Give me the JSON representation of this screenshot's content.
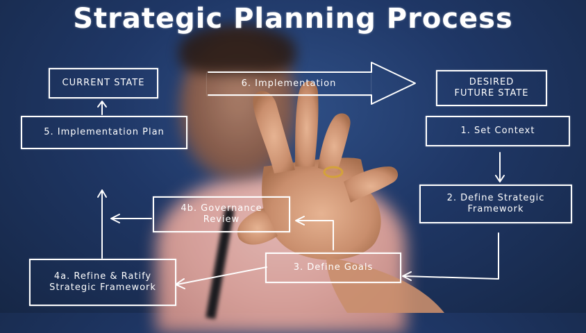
{
  "title": "Strategic Planning Process",
  "boxes": {
    "current_state": "CURRENT STATE",
    "implementation": "6. Implementation",
    "desired_state_line1": "DESIRED",
    "desired_state_line2": "FUTURE STATE",
    "implementation_plan": "5. Implementation Plan",
    "set_context": "1.   Set Context",
    "governance_line1": "4b. Governance",
    "governance_line2": "Review",
    "define_framework_line1": "2. Define Strategic",
    "define_framework_line2": "Framework",
    "refine_line1": "4a. Refine & Ratify",
    "refine_line2": "Strategic Framework",
    "define_goals": "3. Define Goals"
  }
}
